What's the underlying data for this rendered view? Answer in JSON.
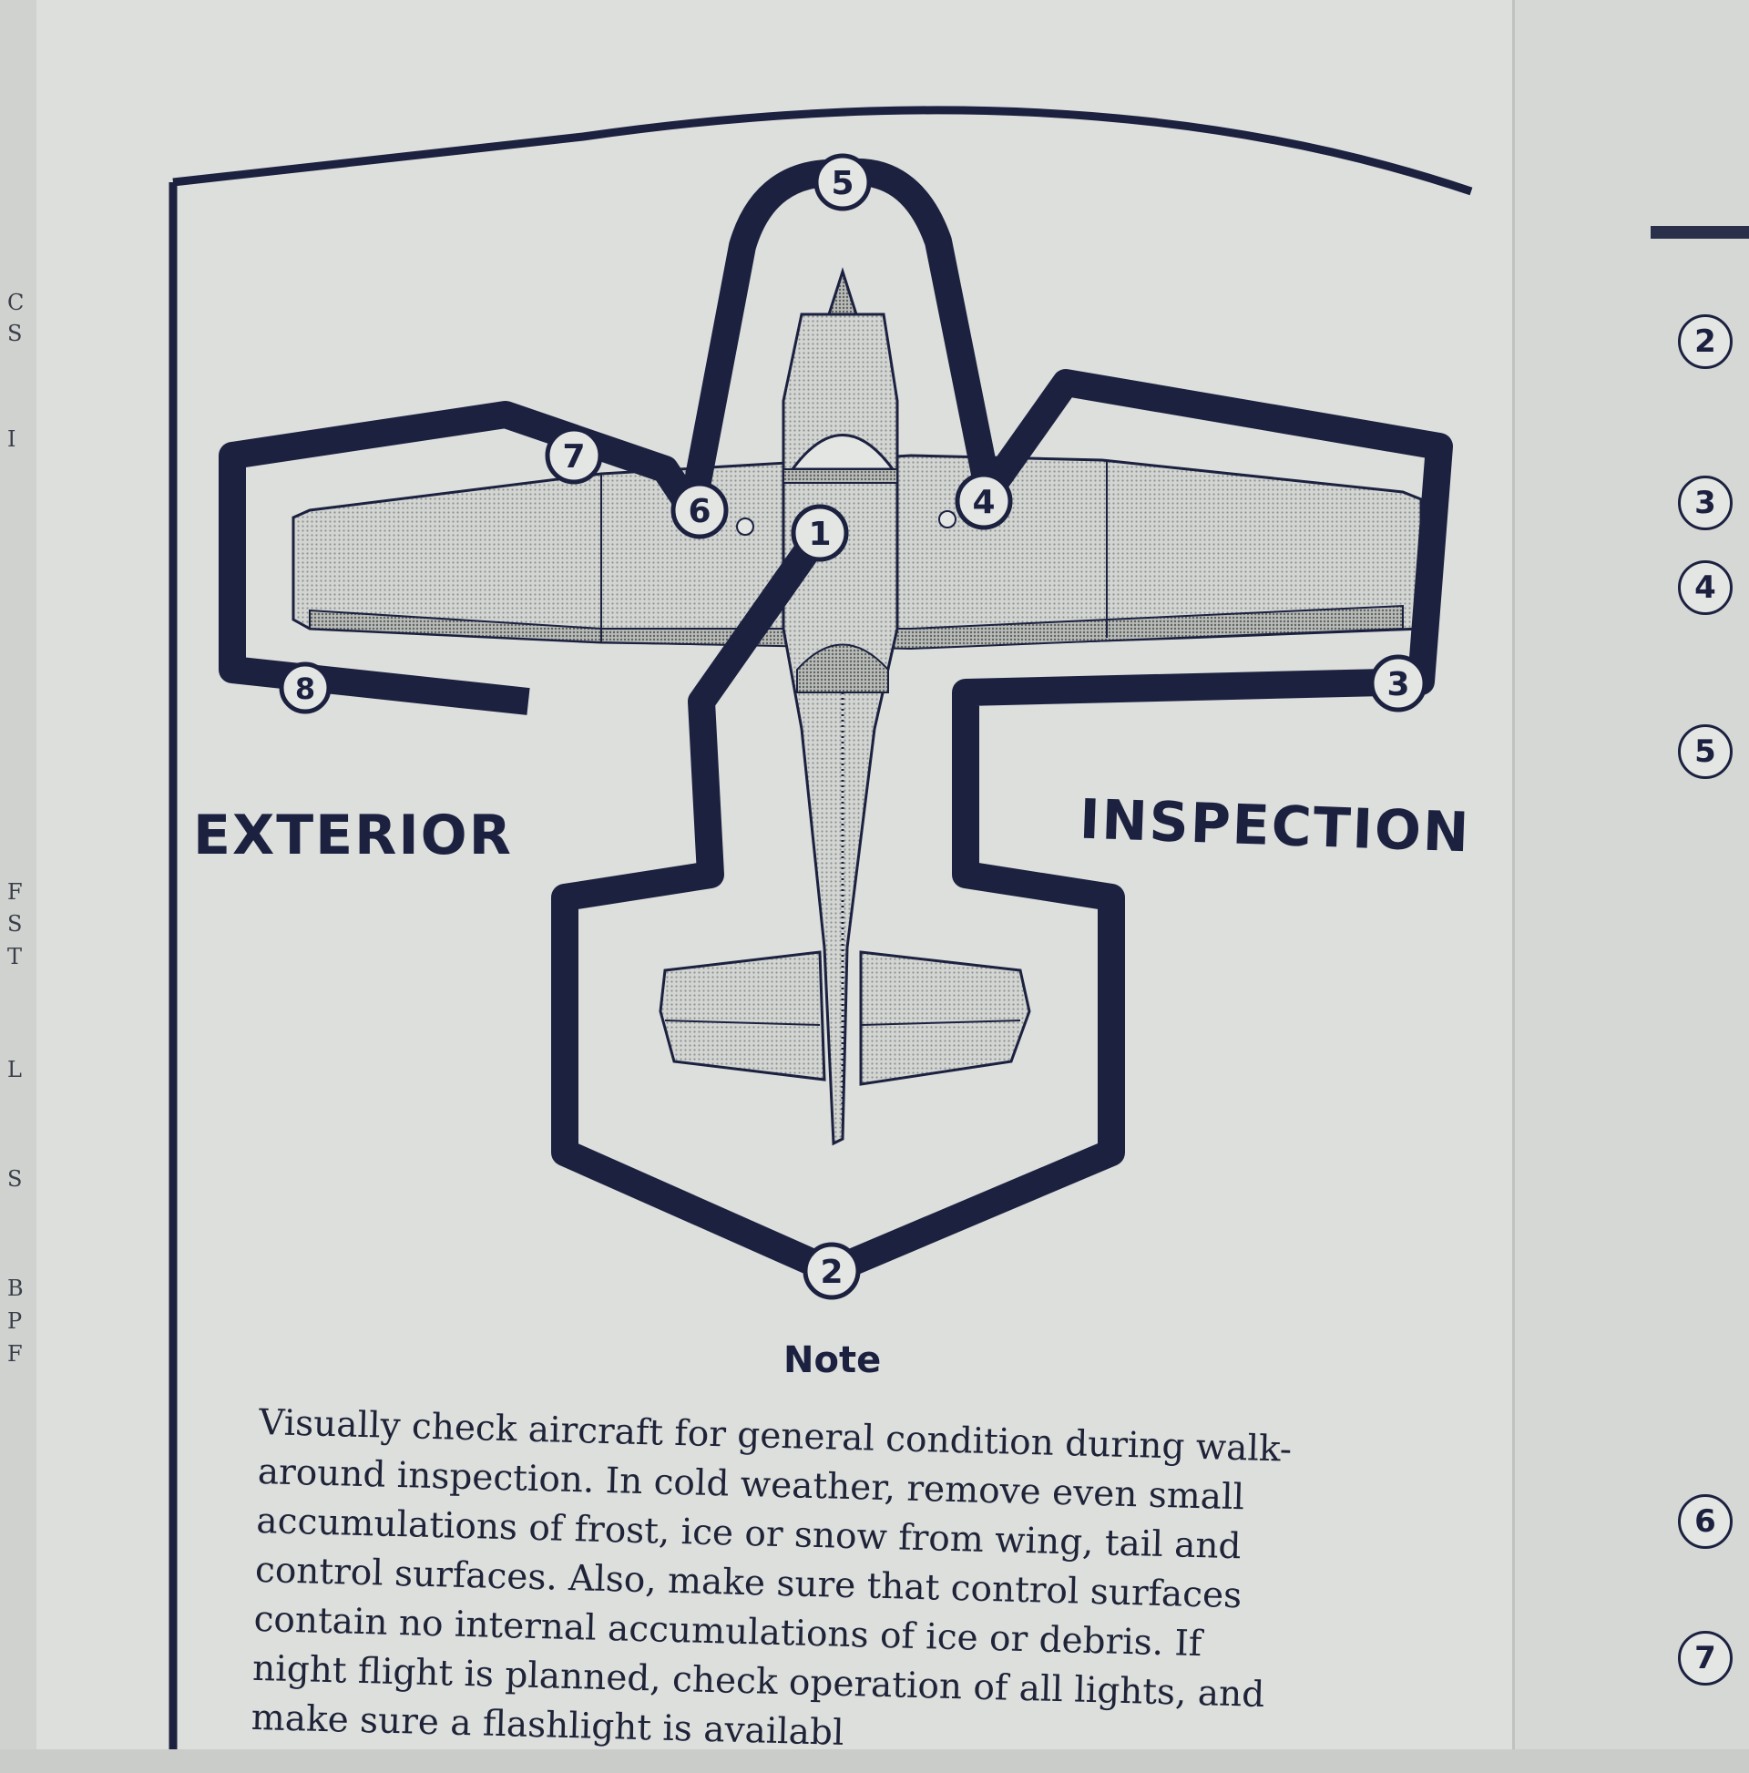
{
  "diagram": {
    "title_left": "EXTERIOR",
    "title_right": "INSPECTION",
    "steps": [
      "1",
      "2",
      "3",
      "4",
      "5",
      "6",
      "7",
      "8"
    ]
  },
  "note": {
    "heading": "Note",
    "lines": [
      "Visually check aircraft for general condition during walk-",
      "around inspection.  In cold weather,  remove even small",
      "accumulations of frost, ice or snow from wing, tail and",
      "control surfaces.  Also, make sure that control surfaces",
      "contain no internal accumulations of ice or debris.  If",
      "night flight is planned, check operation of all lights, and",
      "make sure a flashlight is availabl"
    ]
  },
  "right_page": {
    "steps": [
      "2",
      "3",
      "4",
      "5",
      "6",
      "7"
    ]
  },
  "left_page_edge": {
    "letters": [
      "C",
      "S",
      "I",
      "F",
      "S",
      "T",
      "L",
      "S",
      "B",
      "P",
      "F"
    ]
  },
  "colors": {
    "ink": "#1c2140",
    "paper": "#dcdfdc",
    "screen": "#b9bcb9"
  }
}
